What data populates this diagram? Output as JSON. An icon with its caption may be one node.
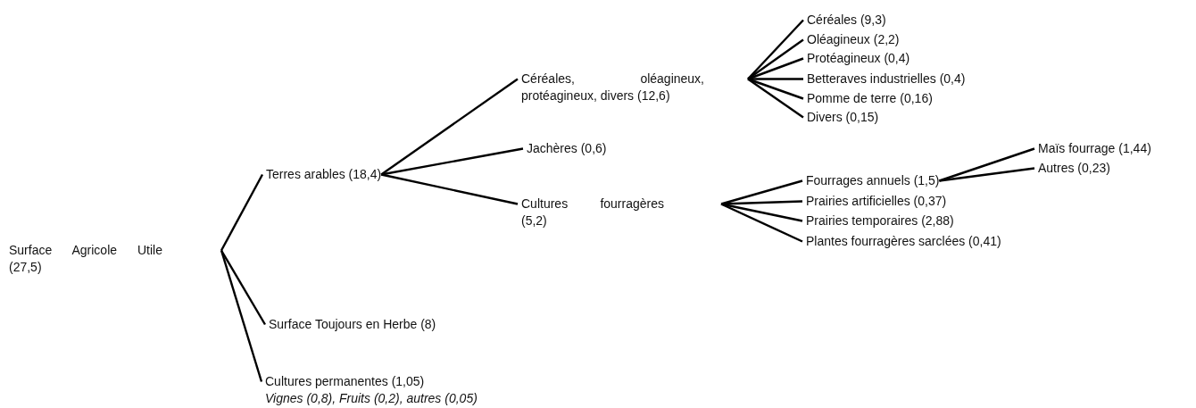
{
  "diagram": {
    "nodes": [
      {
        "text": [
          "Surface Agricole Utile (27,5)"
        ]
      },
      {
        "text": [
          "Terres arables (18,4)"
        ]
      },
      {
        "text": [
          "Surface Toujours en Herbe (8)"
        ]
      },
      {
        "text": [
          "Cultures permanentes (1,05)",
          "Vignes (0,8), Fruits (0,2), autres (0,05)"
        ]
      },
      {
        "text": [
          "Céréales, oléagineux, protéagineux, divers (12,6)"
        ]
      },
      {
        "text": [
          "Jachères (0,6)"
        ]
      },
      {
        "text": [
          "Cultures fourragères (5,2)"
        ]
      },
      {
        "text": [
          "Céréales (9,3)"
        ]
      },
      {
        "text": [
          "Oléagineux (2,2)"
        ]
      },
      {
        "text": [
          "Protéagineux (0,4)"
        ]
      },
      {
        "text": [
          "Betteraves industrielles (0,4)"
        ]
      },
      {
        "text": [
          "Pomme de terre (0,16)"
        ]
      },
      {
        "text": [
          "Divers (0,15)"
        ]
      },
      {
        "text": [
          "Fourrages annuels (1,5)"
        ]
      },
      {
        "text": [
          "Prairies artificielles (0,37)"
        ]
      },
      {
        "text": [
          "Prairies temporaires (2,88)"
        ]
      },
      {
        "text": [
          "Plantes fourragères sarclées (0,41)"
        ]
      },
      {
        "text": [
          "Maïs fourrage (1,44)"
        ]
      },
      {
        "text": [
          "Autres (0,23)"
        ]
      }
    ],
    "edges": [
      {
        "from": 0,
        "to": 1,
        "arrow": "none"
      },
      {
        "from": 0,
        "to": 2,
        "arrow": "none"
      },
      {
        "from": 0,
        "to": 3,
        "arrow": "none"
      },
      {
        "from": 1,
        "to": 4,
        "arrow": "none"
      },
      {
        "from": 1,
        "to": 5,
        "arrow": "none"
      },
      {
        "from": 1,
        "to": 6,
        "arrow": "none"
      },
      {
        "from": 4,
        "to": 7,
        "arrow": "none"
      },
      {
        "from": 4,
        "to": 8,
        "arrow": "none"
      },
      {
        "from": 4,
        "to": 9,
        "arrow": "none"
      },
      {
        "from": 4,
        "to": 10,
        "arrow": "none"
      },
      {
        "from": 4,
        "to": 11,
        "arrow": "none"
      },
      {
        "from": 4,
        "to": 12,
        "arrow": "none"
      },
      {
        "from": 6,
        "to": 13,
        "arrow": "none"
      },
      {
        "from": 6,
        "to": 14,
        "arrow": "none"
      },
      {
        "from": 6,
        "to": 15,
        "arrow": "none"
      },
      {
        "from": 6,
        "to": 16,
        "arrow": "none"
      },
      {
        "from": 13,
        "to": 17,
        "arrow": "none"
      },
      {
        "from": 13,
        "to": 18,
        "arrow": "none"
      }
    ]
  }
}
